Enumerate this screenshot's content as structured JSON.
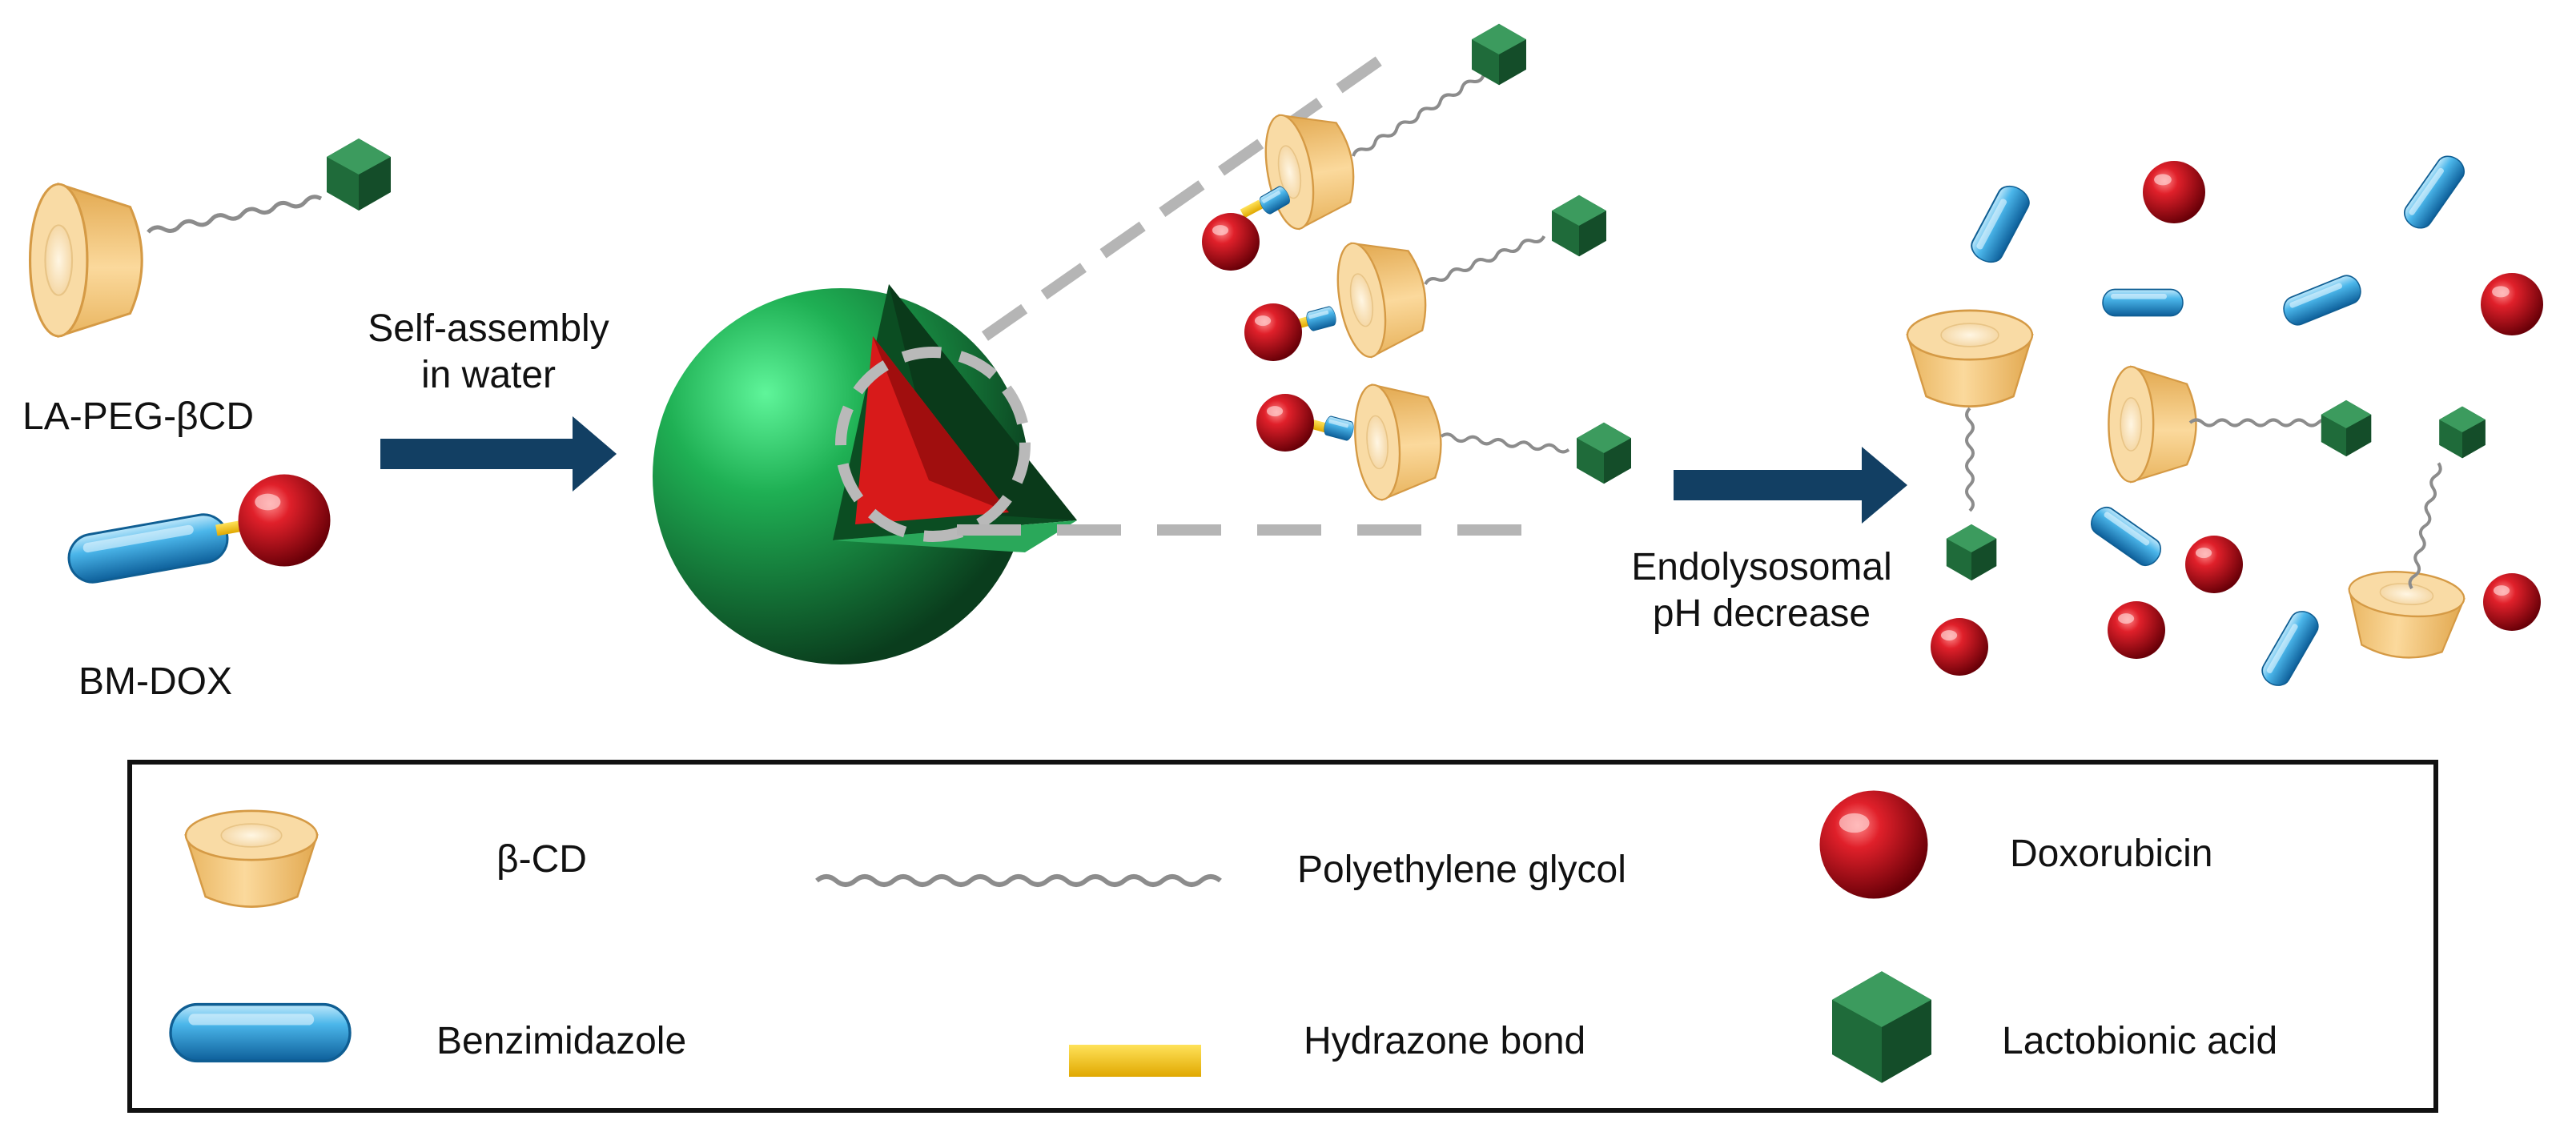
{
  "diagram": {
    "left_labels": {
      "conjugate": "LA-PEG-βCD",
      "prodrug": "BM-DOX"
    },
    "step1": {
      "line1": "Self-assembly",
      "line2": "in water"
    },
    "step2": {
      "line1": "Endolysosomal",
      "line2": "pH decrease"
    },
    "legend": {
      "cd": "β-CD",
      "peg": "Polyethylene  glycol",
      "dox": "Doxorubicin",
      "bm": "Benzimidazole",
      "hydrazone": "Hydrazone  bond",
      "la": "Lactobionic acid"
    },
    "colors": {
      "cyclodextrin": "#f5c77e",
      "benzimidazole": "#3aa9e0",
      "doxorubicin": "#c8141c",
      "lactobionic_acid": "#1f6b3a",
      "hydrazone": "#f5c518",
      "micelle": "#1e9e4a",
      "arrow": "#123f63",
      "peg": "#8c8c8c"
    }
  }
}
